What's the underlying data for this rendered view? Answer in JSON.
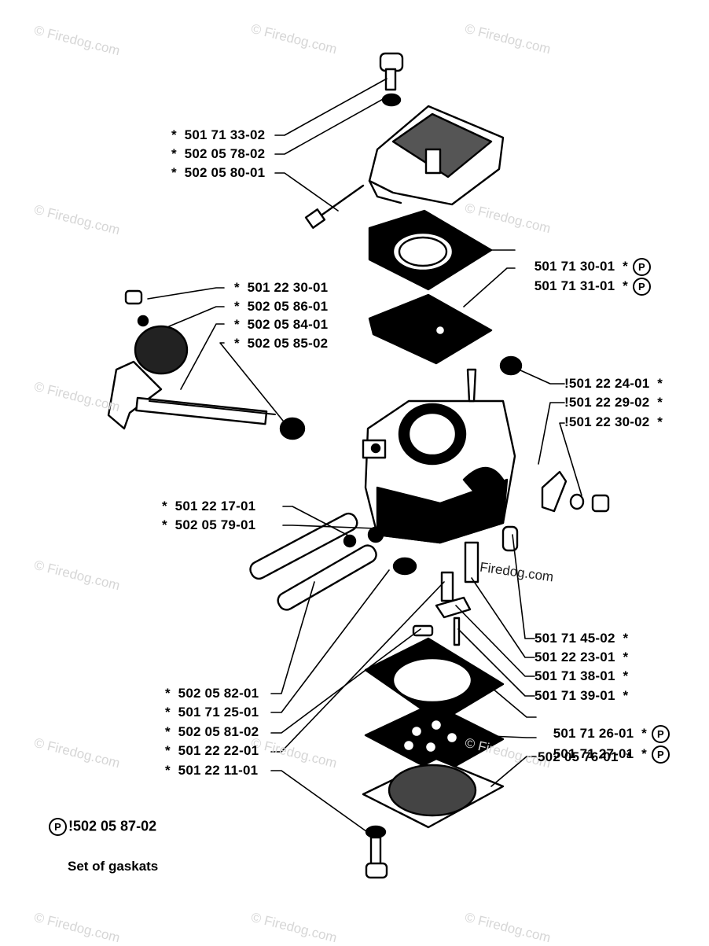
{
  "labels_left_top": [
    {
      "text": "*  501 71 33-02"
    },
    {
      "text": "*  502 05 78-02"
    },
    {
      "text": "*  502 05 80-01"
    }
  ],
  "labels_mid_left": [
    {
      "text": "*  501 22 30-01"
    },
    {
      "text": "*  502 05 86-01"
    },
    {
      "text": "*  502 05 84-01"
    },
    {
      "text": "*  502 05 85-02"
    }
  ],
  "labels_right_top": [
    {
      "text": "501 71 30-01  *"
    },
    {
      "text": "501 71 31-01  *"
    }
  ],
  "labels_right_mid": [
    {
      "text": "!501 22 24-01  *"
    },
    {
      "text": "!501 22 29-02  *"
    },
    {
      "text": "!501 22 30-02  *"
    }
  ],
  "labels_left_mid": [
    {
      "text": "*  501 22 17-01"
    },
    {
      "text": "*  502 05 79-01"
    }
  ],
  "labels_right_bottom": [
    {
      "text": "501 71 45-02  *"
    },
    {
      "text": "501 22 23-01  *"
    },
    {
      "text": "501 71 38-01  *"
    },
    {
      "text": "501 71 39-01  *"
    },
    {
      "text": "501 71 26-01  *"
    },
    {
      "text": "501 71 27-01  *"
    },
    {
      "text": "502 05 76-01  *"
    }
  ],
  "labels_left_bottom": [
    {
      "text": "*  502 05 82-01"
    },
    {
      "text": "*  501 71 25-01"
    },
    {
      "text": "*  502 05 81-02"
    },
    {
      "text": "*  501 22 22-01"
    },
    {
      "text": "*  501 22 11-01"
    }
  ],
  "badge_letter": "P",
  "set_part_number": "!502 05 87-02",
  "set_caption": "Set of gaskats",
  "watermark": "© Firedog.com",
  "credit": "Firedog.com"
}
